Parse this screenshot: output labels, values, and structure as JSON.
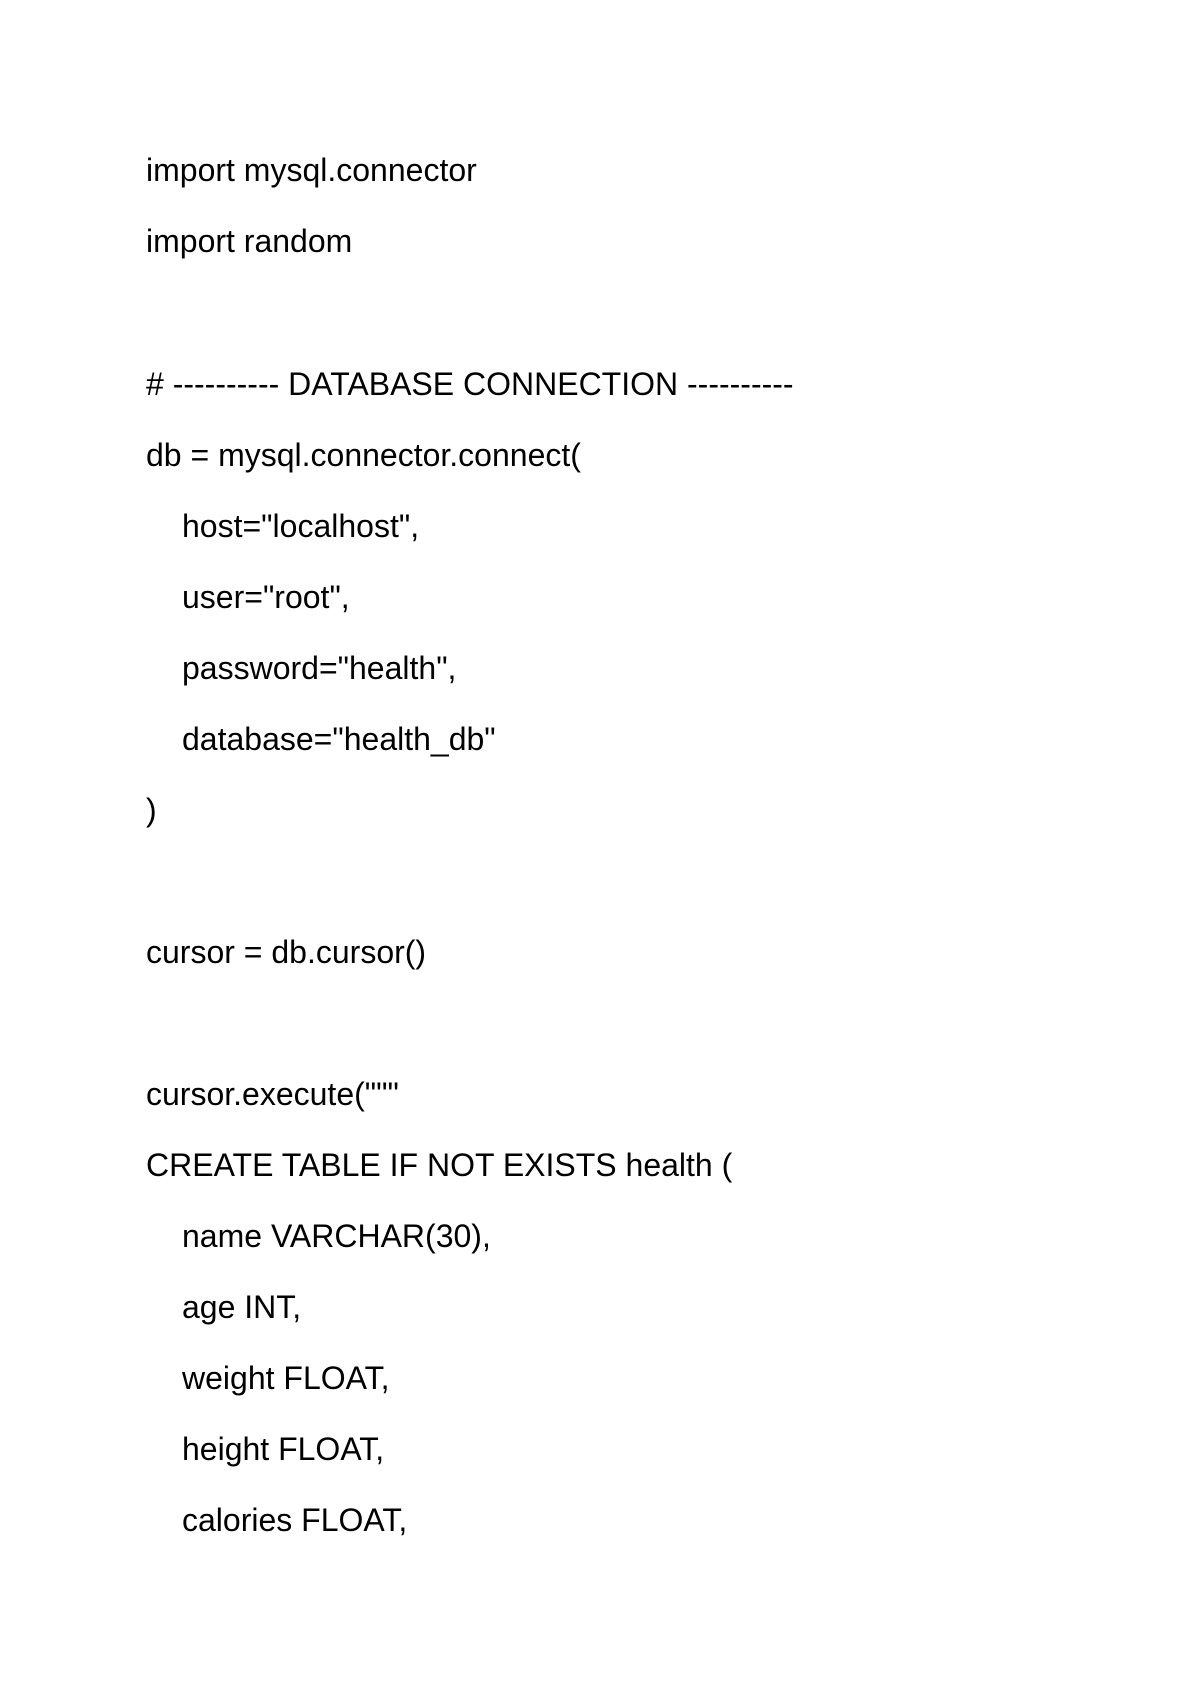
{
  "document": {
    "lines": [
      "import mysql.connector",
      "import random",
      "# ---------- DATABASE CONNECTION ----------",
      "db = mysql.connector.connect(",
      "host=\"localhost\",",
      "user=\"root\",",
      "password=\"health\",",
      "database=\"health_db\"",
      ")",
      "cursor = db.cursor()",
      "cursor.execute(\"\"\"",
      "CREATE TABLE IF NOT EXISTS health (",
      "name VARCHAR(30),",
      "age INT,",
      "weight FLOAT,",
      "height FLOAT,",
      "calories FLOAT,"
    ]
  }
}
